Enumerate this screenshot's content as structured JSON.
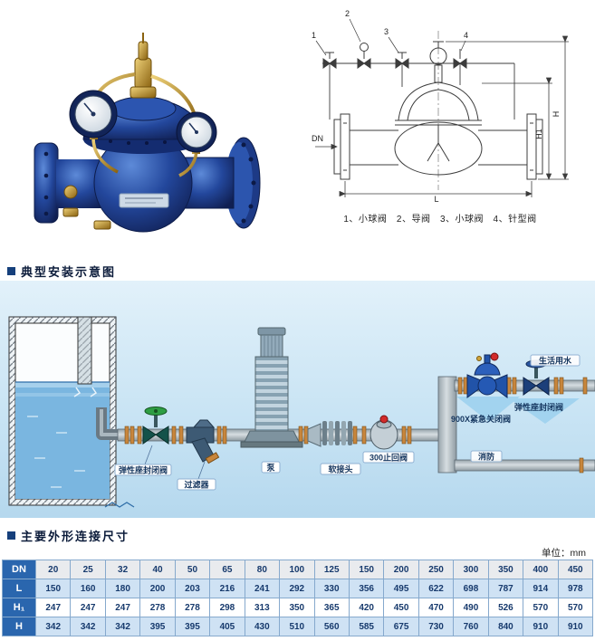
{
  "page": {
    "bg_color": "#ffffff",
    "accent_blue": "#2a66ae",
    "light_blue": "#cfe2f4"
  },
  "sections": {
    "installation": {
      "title": "典型安装示意图"
    },
    "dimensions": {
      "title": "主要外形连接尺寸",
      "unit_note": "单位：mm"
    }
  },
  "drawing": {
    "caption": "1、小球阀　2、导阀　3、小球阀　4、针型阀",
    "callouts": {
      "c1": "1",
      "c2": "2",
      "c3": "3",
      "c4": "4"
    },
    "dims": {
      "h1": "H1",
      "h": "H",
      "dn": "DN",
      "l": "L"
    }
  },
  "schematic": {
    "labels": {
      "gate_left": "弹性座封闭阀",
      "strainer": "过滤器",
      "pump": "泵",
      "flex": "软接头",
      "check": "300止回阀",
      "x900": "900X紧急关闭阀",
      "gate_right": "弹性座封闭阀",
      "fire": "消防",
      "domestic": "生活用水"
    }
  },
  "chart_data": {
    "type": "table",
    "title": "主要外形连接尺寸",
    "unit": "mm",
    "columns": 16,
    "rows": [
      {
        "label": "DN",
        "values": [
          "20",
          "25",
          "32",
          "40",
          "50",
          "65",
          "80",
          "100",
          "125",
          "150",
          "200",
          "250",
          "300",
          "350",
          "400",
          "450"
        ]
      },
      {
        "label": "L",
        "values": [
          "150",
          "160",
          "180",
          "200",
          "203",
          "216",
          "241",
          "292",
          "330",
          "356",
          "495",
          "622",
          "698",
          "787",
          "914",
          "978"
        ]
      },
      {
        "label": "H₁",
        "values": [
          "247",
          "247",
          "247",
          "278",
          "278",
          "298",
          "313",
          "350",
          "365",
          "420",
          "450",
          "470",
          "490",
          "526",
          "570",
          "570"
        ]
      },
      {
        "label": "H",
        "values": [
          "342",
          "342",
          "342",
          "395",
          "395",
          "405",
          "430",
          "510",
          "560",
          "585",
          "675",
          "730",
          "760",
          "840",
          "910",
          "910"
        ]
      }
    ]
  }
}
